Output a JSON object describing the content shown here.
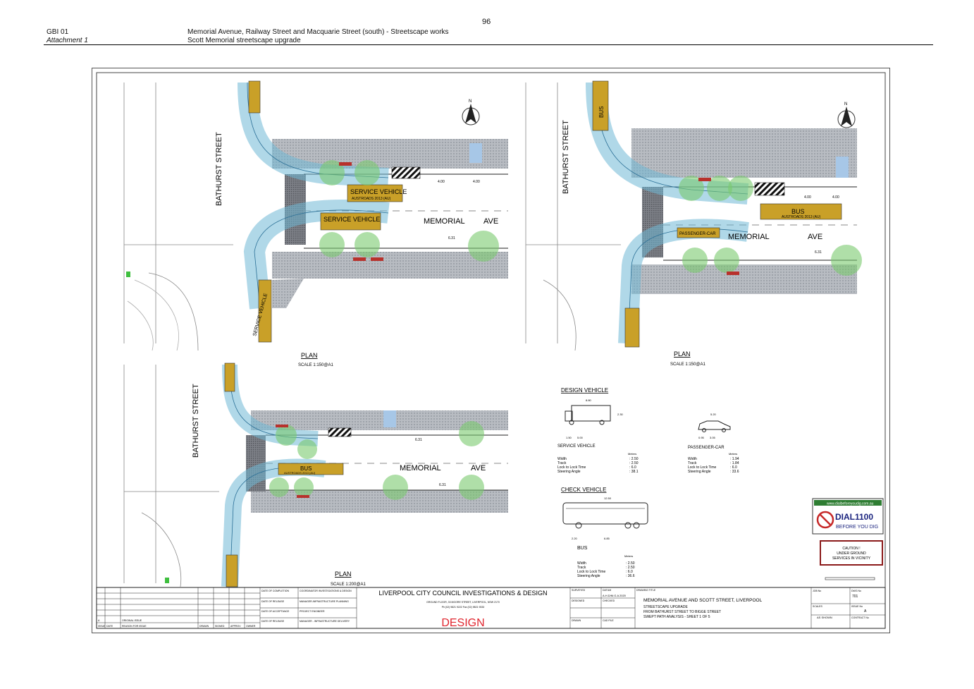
{
  "page_number": "96",
  "header": {
    "ref": "GBI 01",
    "attachment": "Attachment 1",
    "line1": "Memorial Avenue, Railway Street and Macquarie Street (south) - Streetscape works",
    "line2": "Scott Memorial streetscape upgrade"
  },
  "plans": {
    "street_bathurst": "BATHURST STREET",
    "street_memorial": "MEMORIAL",
    "street_ave": "AVE",
    "plan1": {
      "title": "PLAN",
      "scale": "SCALE 1:150@A1",
      "vehicle_label_1": "SERVICE VEHICLE",
      "vehicle_label_2": "SERVICE VEHICLE",
      "vehicle_label_3": "SERVICE VEHICLE",
      "vehicle_sub": "AUSTROADS 2013 (AU)",
      "dim_a": "4.00",
      "dim_b": "4.00",
      "dim_c": "6.31"
    },
    "plan2": {
      "title": "PLAN",
      "scale": "SCALE 1:150@A1",
      "vehicle_label_1": "BUS",
      "vehicle_label_2": "BUS",
      "vehicle_label_3": "PASSENGER-CAR",
      "vehicle_sub": "AUSTROADS 2013 (AU)",
      "dim_a": "4.00",
      "dim_b": "4.00",
      "dim_c": "6.31"
    },
    "plan3": {
      "title": "PLAN",
      "scale": "SCALE 1:200@A1",
      "vehicle_label_1": "BUS",
      "vehicle_sub": "AUSTROADS 2013 (AU)",
      "dim_a": "6.31",
      "dim_b": "6.31"
    }
  },
  "north": "N",
  "design_vehicle": {
    "heading": "DESIGN VEHICLE",
    "service": {
      "name": "SERVICE VEHICLE",
      "length": "8.80",
      "dim1": "1.50",
      "dim2": "5.00",
      "dim3": "2.30",
      "rows": [
        [
          "Width",
          ": 2.50"
        ],
        [
          "Track",
          ": 2.50"
        ],
        [
          "Lock to Lock Time",
          ": 6.0"
        ],
        [
          "Steering Angle",
          ": 38.1"
        ]
      ]
    },
    "car": {
      "name": "PASSENGER-CAR",
      "length": "5.20",
      "dim1": "0.95",
      "dim2": "3.05",
      "rows": [
        [
          "Width",
          ": 1.94"
        ],
        [
          "Track",
          ": 1.84"
        ],
        [
          "Lock to Lock Time",
          ": 6.0"
        ],
        [
          "Steering Angle",
          ": 33.6"
        ]
      ]
    },
    "meters": "Meters"
  },
  "check_vehicle": {
    "heading": "CHECK VEHICLE",
    "name": "BUS",
    "length": "12.50",
    "dim1": "2.20",
    "dim2": "6.85",
    "meters": "Meters",
    "rows": [
      [
        "Width",
        ": 2.50"
      ],
      [
        "Track",
        ": 2.50"
      ],
      [
        "Lock to Lock Time",
        ": 6.0"
      ],
      [
        "Steering Angle",
        ": 36.6"
      ]
    ]
  },
  "dial": {
    "url": "www.dialbeforeyoudig.com.au",
    "number": "DIAL1100",
    "tag": "BEFORE YOU DIG"
  },
  "caution": {
    "line1": "CAUTION !",
    "line2": "UNDER GROUND",
    "line3": "SERVICES IN VICINITY"
  },
  "title_block": {
    "council": "LIVERPOOL CITY COUNCIL INVESTIGATIONS & DESIGN",
    "address": "GROUND FLOOR, 33 MOORE STREET, LIVERPOOL, NSW 2170",
    "phone": "Ph (02) 9821 9222     Fax (02) 9821 9333",
    "stamp": "DESIGN",
    "drawing_title_label": "DRAWING TITLE",
    "drawing_line1": "MEMORIAL AVENUE AND SCOTT STREET, LIVERPOOL",
    "drawing_line2": "STREETSCAPE UPGRADE",
    "drawing_line3": "FROM BATHURST STREET TO BIGGE STREET",
    "drawing_line4": "SWEPT PATH ANALYSIS - SHEET 1 OF 5",
    "job_label": "JOB No",
    "dwg_label": "DWG No",
    "dwg_no": "701",
    "issue_label": "ISSUE No",
    "issue_no": "A",
    "scales_label": "SCALES",
    "scales_value": "AS SHOWN",
    "contract_label": "CONTRACT No",
    "surveyed": "SURVEYED",
    "datum": "DATUM",
    "datum_val": "A.H.D/M.G.A 2020",
    "designed": "DESIGNED",
    "checked": "CHECKED",
    "drawn": "DRAWN",
    "cad_file": "CAD FILE",
    "date_completion": "DATE OF COMPLETION",
    "date_release": "DATE OF RELEASE",
    "date_acceptance": "DATE OF ACCEPTANCE",
    "date_release2": "DATE OF RELEASE",
    "coord": "COORDINATOR INVESTIGATIONS & DESIGN",
    "mgr_plan": "MANAGER-INFRASTRUCTURE PLANNING",
    "proj_eng": "PROJECT ENGINEER",
    "mgr_del": "MANAGER - INFRASTRUCTURE DELIVERY",
    "rev_a": "A",
    "rev_desc": "ORIGINAL ISSUE",
    "col_issue": "ISSUE",
    "col_date": "DATE",
    "col_reason": "REASON FOR ISSUE",
    "col_drawn": "DRAWN",
    "col_signed": "SIGNED",
    "col_approv": "APPROV",
    "col_owner": "OWNER"
  }
}
